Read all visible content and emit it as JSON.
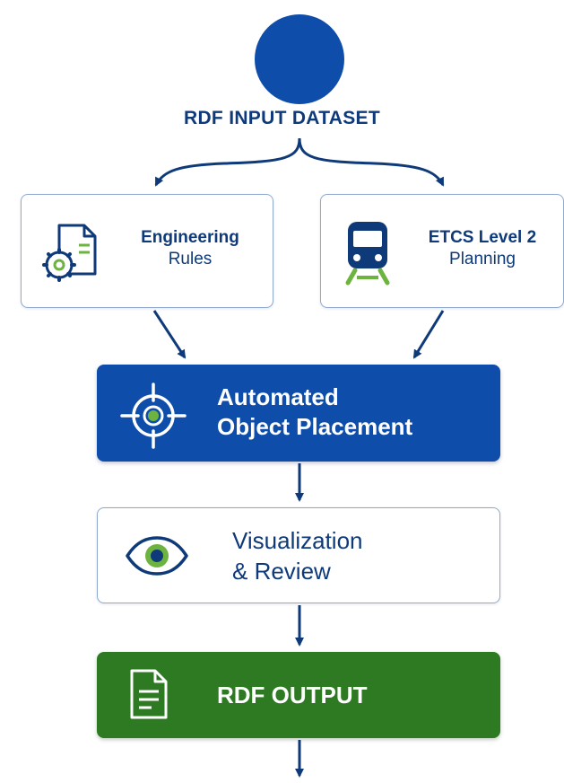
{
  "diagram": {
    "input": {
      "title": "RDF INPUT DATASET"
    },
    "nodes": {
      "engineering_rules": {
        "line1": "Engineering",
        "line2": "Rules",
        "icon": "document-gear-icon"
      },
      "etcs_planning": {
        "line1": "ETCS Level 2",
        "line2": "Planning",
        "icon": "train-icon"
      },
      "automated_placement": {
        "line1": "Automated",
        "line2": "Object Placement",
        "icon": "crosshair-target-icon"
      },
      "visualization": {
        "line1": "Visualization",
        "line2": "& Review",
        "icon": "eye-icon"
      },
      "output": {
        "label": "RDF OUTPUT",
        "icon": "document-icon"
      }
    },
    "colors": {
      "primary_blue": "#0f4dab",
      "dark_text": "#0f3a7a",
      "box_border": "#8fa9cf",
      "output_green": "#2d7a22",
      "accent_green": "#6db33f"
    }
  }
}
